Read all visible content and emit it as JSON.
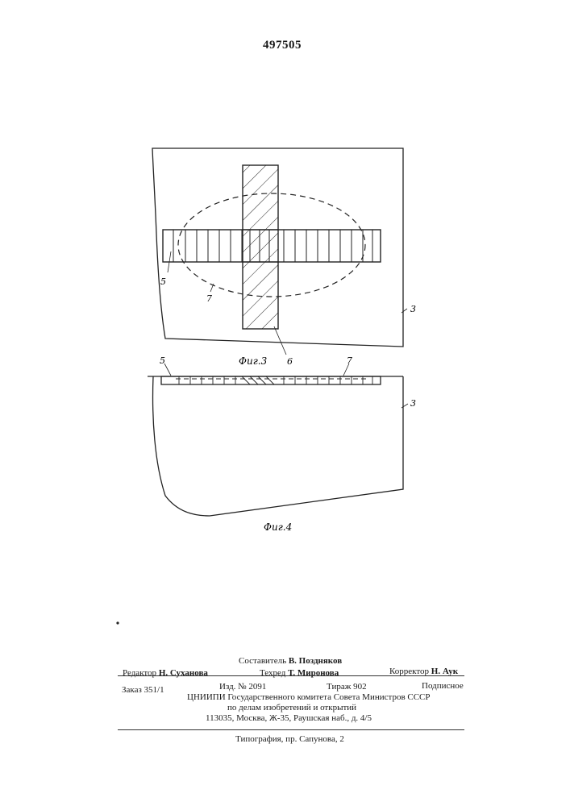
{
  "patent_number": "497505",
  "figures": {
    "fig3": {
      "caption": "Фиг.3",
      "labels": [
        "5",
        "7",
        "6",
        "3"
      ]
    },
    "fig4": {
      "caption": "Фиг.4",
      "labels": [
        "5",
        "7",
        "3"
      ]
    }
  },
  "imprint": {
    "compiler_label": "Составитель",
    "compiler": "В. Поздняков",
    "editor_label": "Редактор",
    "editor": "Н. Суханова",
    "techred_label": "Техред",
    "techred": "Т. Миронова",
    "corrector_label": "Корректор",
    "corrector": "Н. Аук",
    "order": "Заказ 351/1",
    "edition": "Изд. № 2091",
    "print_run": "Тираж 902",
    "subscription": "Подписное",
    "org_line1": "ЦНИИПИ Государственного комитета Совета Министров СССР",
    "org_line2": "по делам изобретений и открытий",
    "address": "113035, Москва, Ж-35, Раушская наб., д. 4/5",
    "printer": "Типография, пр. Сапунова, 2"
  }
}
